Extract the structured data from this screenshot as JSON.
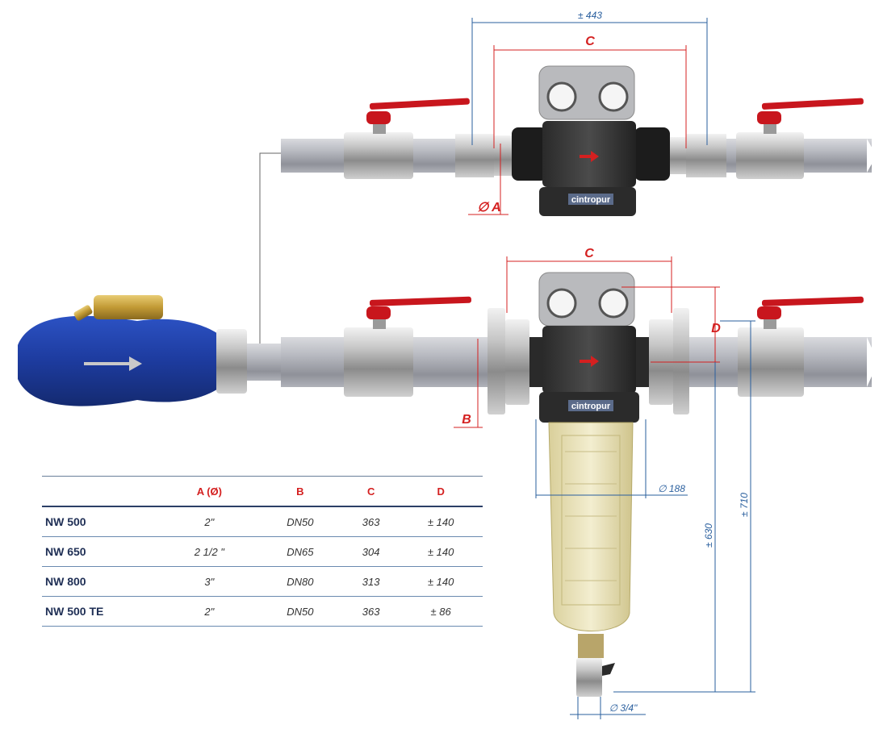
{
  "dimensions": {
    "overall_width": "± 443",
    "label_c_top": "C",
    "label_a": "∅ A",
    "label_c_bottom": "C",
    "label_d": "D",
    "label_b": "B",
    "bowl_diameter": "∅ 188",
    "height_630": "± 630",
    "height_710": "± 710",
    "drain_diameter": "∅ 3/4\""
  },
  "brand": {
    "top_filter": "cintropur",
    "bottom_filter": "cintropur"
  },
  "table": {
    "headers": [
      "",
      "A (Ø)",
      "B",
      "C",
      "D"
    ],
    "rows": [
      {
        "model": "NW 500",
        "a": "2\"",
        "b": "DN50",
        "c": "363",
        "d": "± 140"
      },
      {
        "model": "NW 650",
        "a": "2 1/2 \"",
        "b": "DN65",
        "c": "304",
        "d": "± 140"
      },
      {
        "model": "NW 800",
        "a": "3\"",
        "b": "DN80",
        "c": "313",
        "d": "± 140"
      },
      {
        "model": "NW 500 TE",
        "a": "2\"",
        "b": "DN50",
        "c": "363",
        "d": "± 86"
      }
    ]
  },
  "colors": {
    "dimension_blue": "#2a5f9e",
    "dimension_red": "#d42020",
    "valve_handle": "#c8161d",
    "meter_body": "#1e3fa8",
    "brass": "#c9a43c"
  }
}
